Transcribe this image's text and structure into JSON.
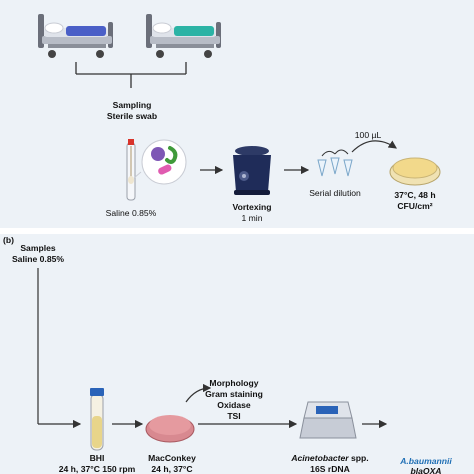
{
  "panel_a": {
    "sampling": "Sampling",
    "sterile_swab": "Sterile swab",
    "saline": "Saline 0.85%",
    "vortexing": "Vortexing",
    "vortex_time": "1 min",
    "serial_dilution": "Serial dilution",
    "volume": "100 µL",
    "incubation": "37°C, 48 h",
    "units": "CFU/cm²"
  },
  "panel_b": {
    "label": "(b)",
    "samples": "Samples",
    "saline": "Saline 0.85%",
    "bhi": "BHI",
    "bhi_conditions": "24 h, 37°C 150 rpm",
    "maconkey": "MacConkey",
    "maconkey_conditions": "24 h, 37°C",
    "tests": [
      "Morphology",
      "Gram staining",
      "Oxidase",
      "TSI"
    ],
    "genus": "Acinetobacter",
    "genus_suffix": " spp.",
    "gene_16s": "16S rDNA",
    "species": "A.baumannii",
    "species_gene": "blaOXA"
  },
  "colors": {
    "background": "#edf2f7",
    "bed_blue": "#4a5fc7",
    "bed_teal": "#2bb3a5",
    "agar": "#e59a9f",
    "plate_yellow": "#f2d98b",
    "vortex": "#1f2c59",
    "species_blue": "#1f6fb5"
  }
}
